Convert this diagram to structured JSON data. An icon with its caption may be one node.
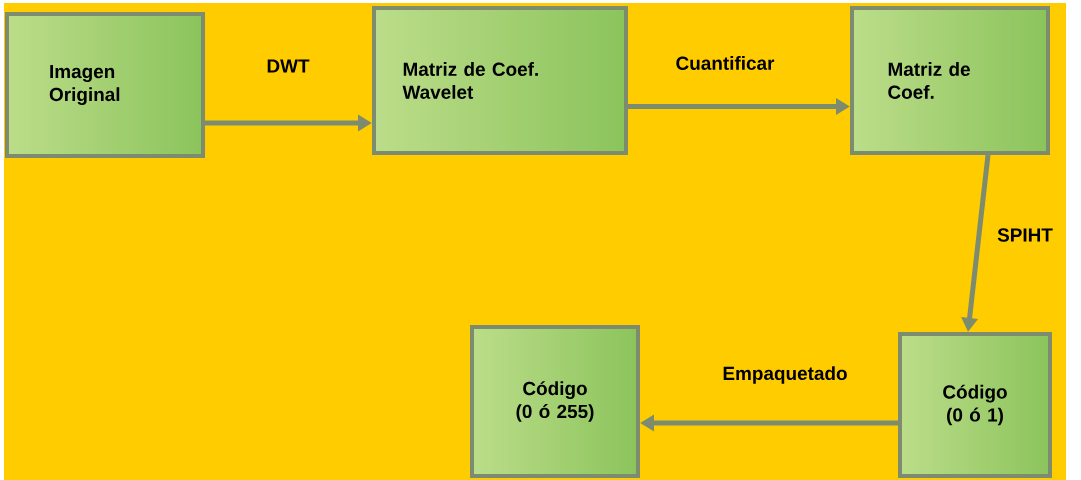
{
  "diagram": {
    "nodes": [
      {
        "text": [
          "Imagen Original"
        ]
      },
      {
        "text": [
          "Matriz de Coef. Wavelet"
        ]
      },
      {
        "text": [
          "Matriz de Coef."
        ]
      },
      {
        "text": [
          "Código (0 ó 1)"
        ]
      },
      {
        "text": [
          "Código (0 ó 255)"
        ]
      }
    ],
    "edges": [
      {
        "from": 0,
        "to": 1,
        "arrow": "to",
        "label": "DWT"
      },
      {
        "from": 1,
        "to": 2,
        "arrow": "to",
        "label": "Cuantificar"
      },
      {
        "from": 2,
        "to": 3,
        "arrow": "to",
        "label": "SPIHT"
      },
      {
        "from": 3,
        "to": 4,
        "arrow": "to",
        "label": "Empaquetado"
      }
    ]
  }
}
